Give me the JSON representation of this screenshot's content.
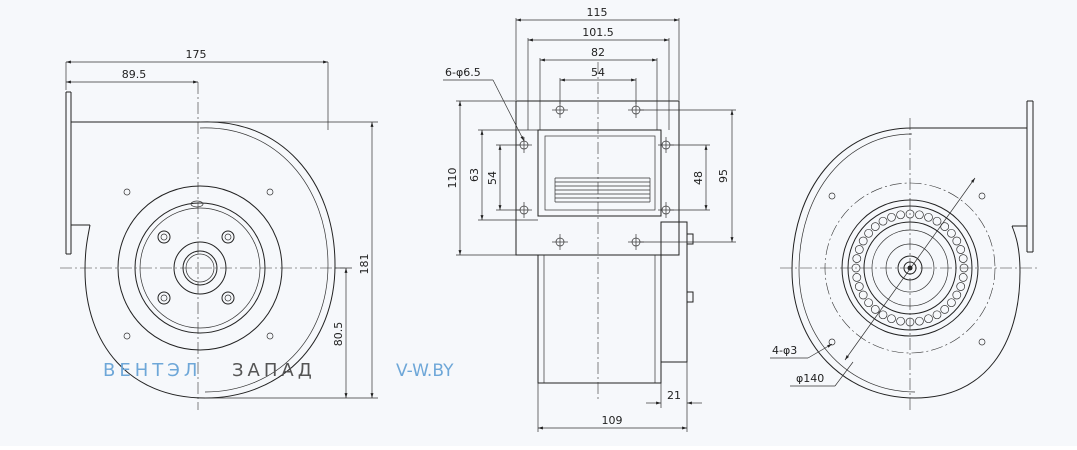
{
  "watermark": {
    "part1": "ВЕНТЭЛ",
    "part2": "ЗАПАД",
    "site": "V-W.BY"
  },
  "colors": {
    "background": "#f6f8fb",
    "line": "#222222",
    "watermark_blue": "#6ea7d8",
    "watermark_grey": "#555555"
  },
  "left_view": {
    "dims": {
      "total_width": "175",
      "half_width": "89.5",
      "height": "181",
      "shaft_height": "80.5"
    }
  },
  "middle_view": {
    "dims": {
      "width_115": "115",
      "width_1015": "101.5",
      "width_82": "82",
      "width_54": "54",
      "holes": "6-φ6.5",
      "height_110": "110",
      "height_63": "63",
      "height_54": "54",
      "height_48": "48",
      "height_95": "95",
      "depth_109": "109",
      "offset_21": "21"
    }
  },
  "right_view": {
    "dims": {
      "holes": "4-φ3",
      "diameter": "φ140"
    }
  }
}
